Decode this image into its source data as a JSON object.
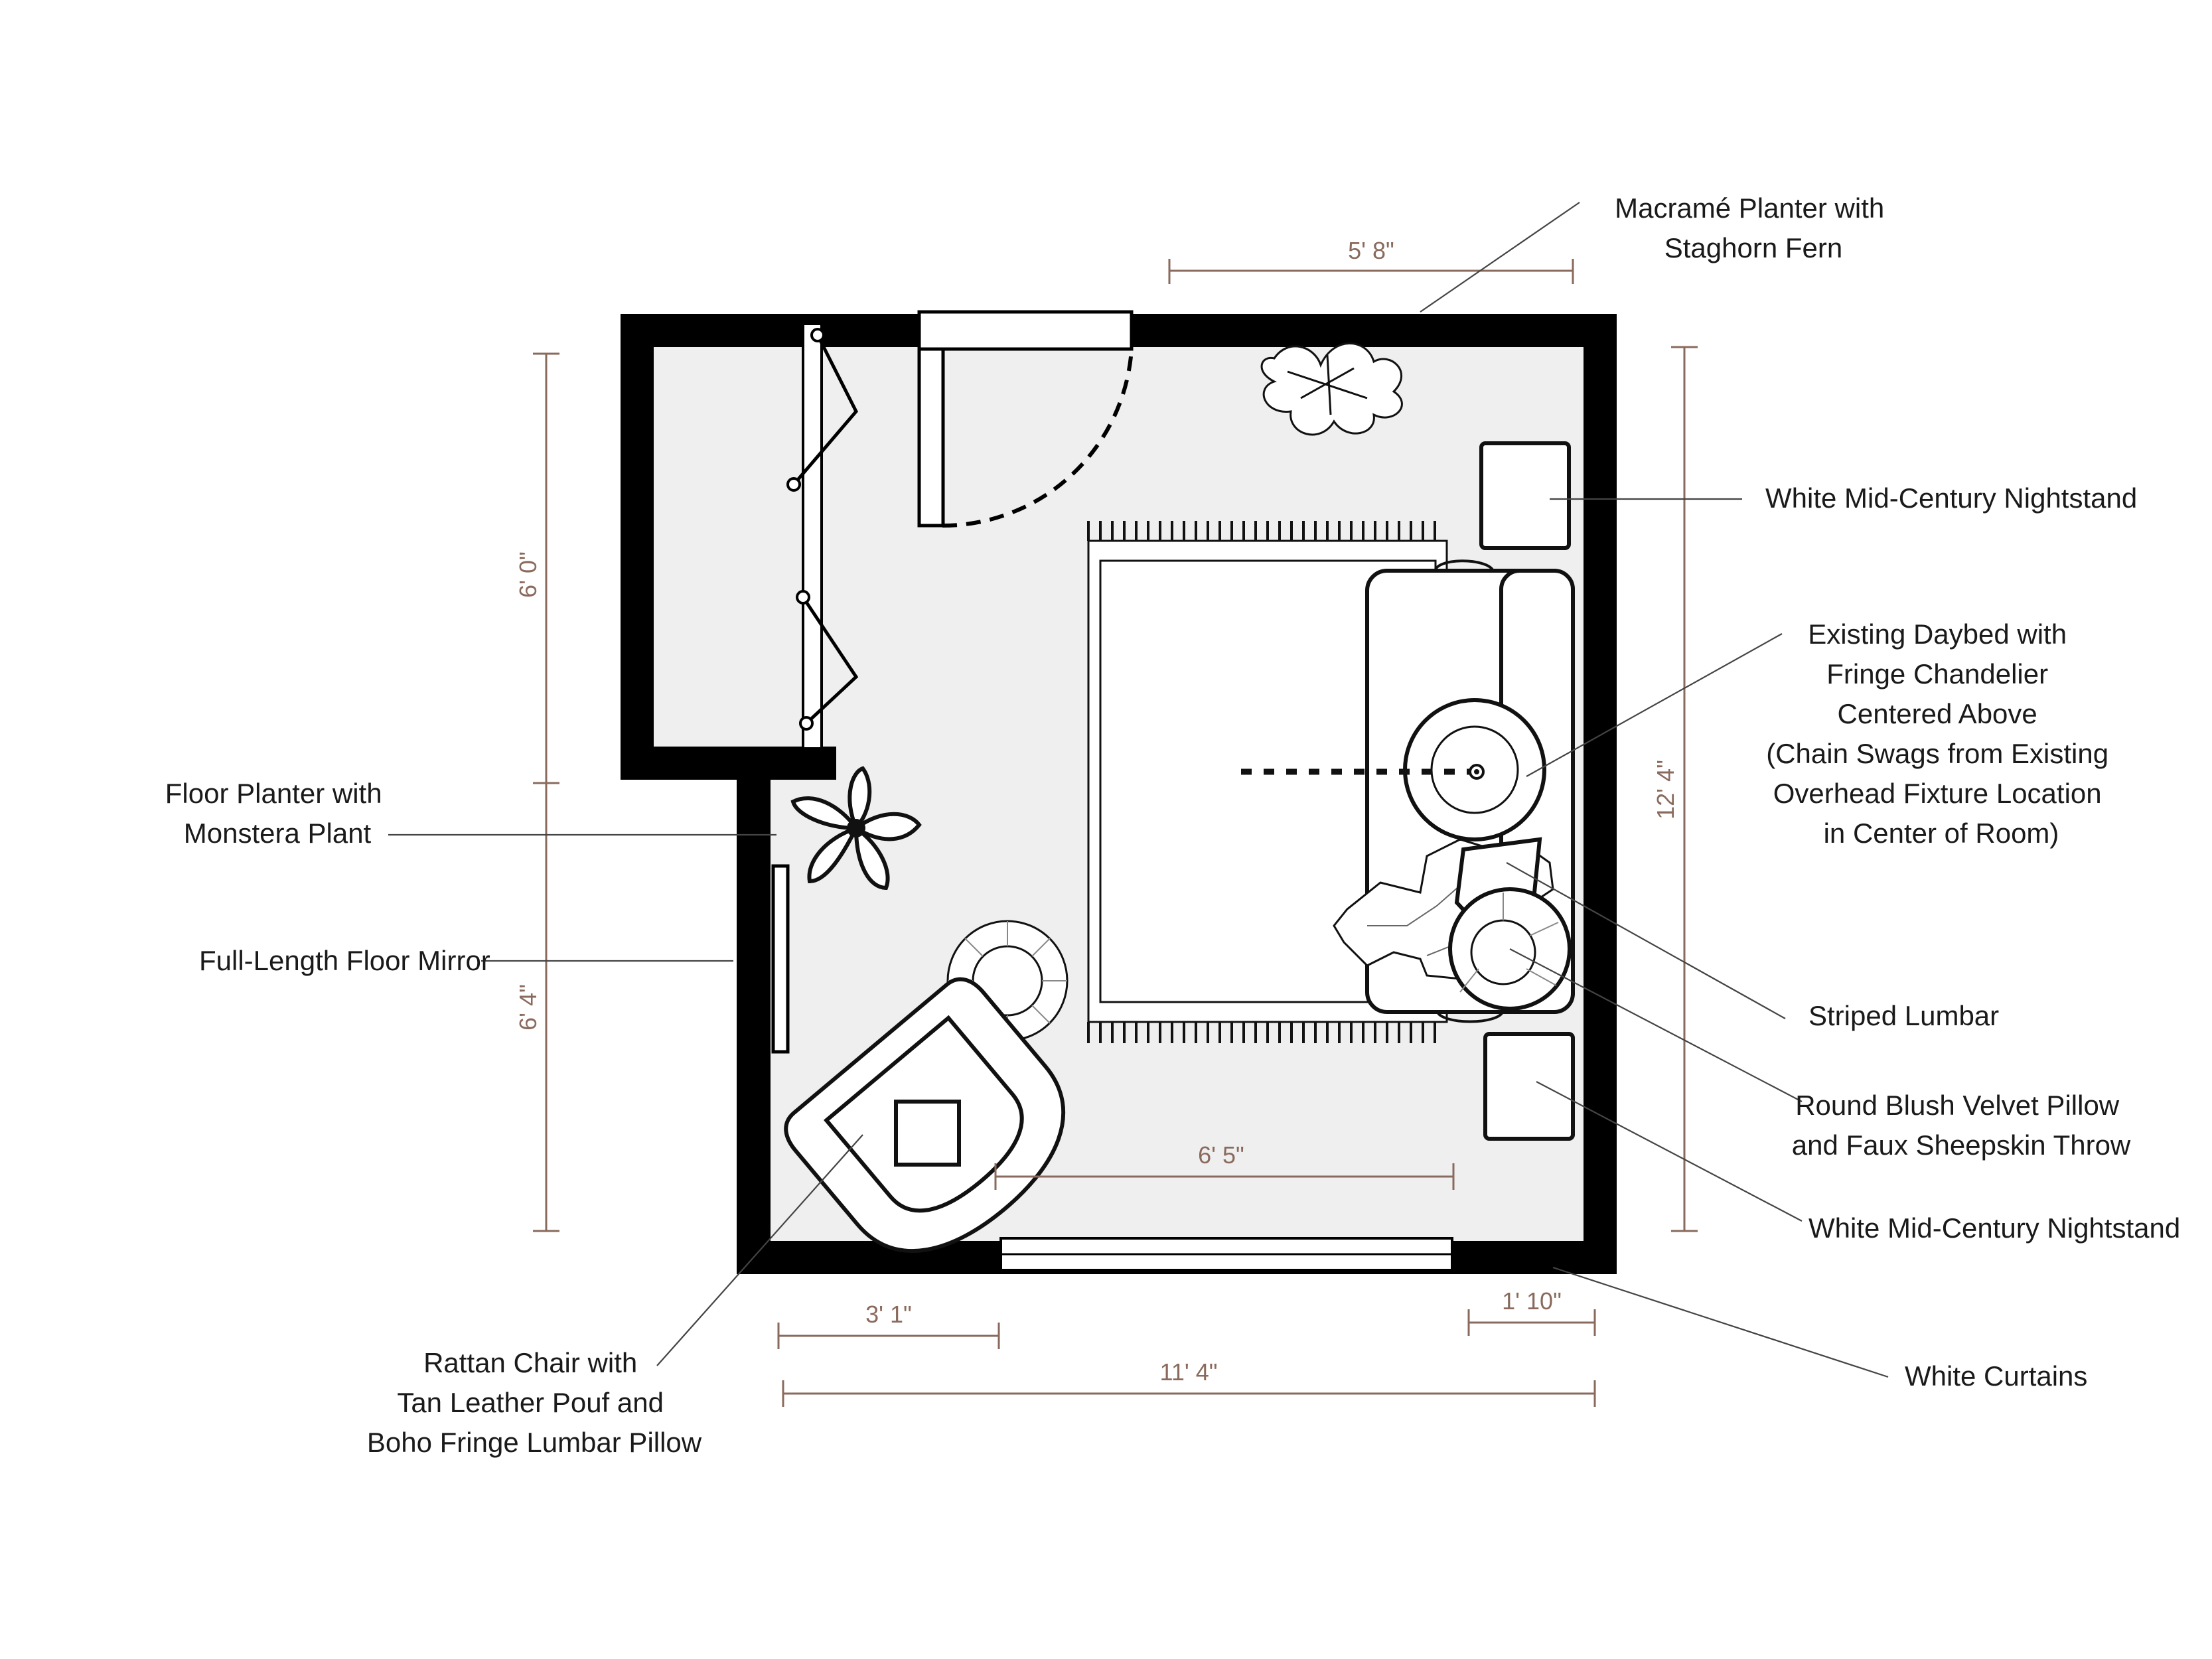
{
  "diagram": {
    "type": "floor-plan",
    "colors": {
      "wall": "#000000",
      "floor": "#efefef",
      "dimension": "#8a6a5c",
      "text": "#1a1a1a"
    }
  },
  "dimensions": {
    "top_planter_width": "5' 8\"",
    "left_alcove_height": "6' 0\"",
    "left_lower_height": "6' 4\"",
    "right_room_height": "12' 4\"",
    "rug_width": "6' 5\"",
    "bottom_chair_offset": "3' 1\"",
    "bottom_right_offset": "1' 10\"",
    "overall_width": "11' 4\""
  },
  "labels": {
    "macrame": [
      "Macramé Planter with",
      "Staghorn Fern"
    ],
    "nightstand_top": [
      "White Mid-Century Nightstand"
    ],
    "daybed": [
      "Existing Daybed with",
      "Fringe Chandelier",
      "Centered Above",
      "(Chain Swags from Existing",
      "Overhead Fixture Location",
      "in Center of Room)"
    ],
    "floor_planter": [
      "Floor Planter with",
      "Monstera Plant"
    ],
    "mirror": [
      "Full-Length Floor Mirror"
    ],
    "striped_lumbar": [
      "Striped Lumbar"
    ],
    "round_pillow": [
      "Round Blush Velvet Pillow",
      "and Faux Sheepskin Throw"
    ],
    "nightstand_bottom": [
      "White Mid-Century Nightstand"
    ],
    "rattan_chair": [
      "Rattan Chair with",
      "Tan Leather Pouf and",
      "Boho Fringe Lumbar Pillow"
    ],
    "curtains": [
      "White Curtains"
    ]
  },
  "icons": [
    "staghorn-fern-icon",
    "monstera-plant-icon",
    "pouf-icon",
    "rattan-chair-icon",
    "chandelier-icon",
    "door-swing-icon",
    "bifold-closet-icon"
  ]
}
